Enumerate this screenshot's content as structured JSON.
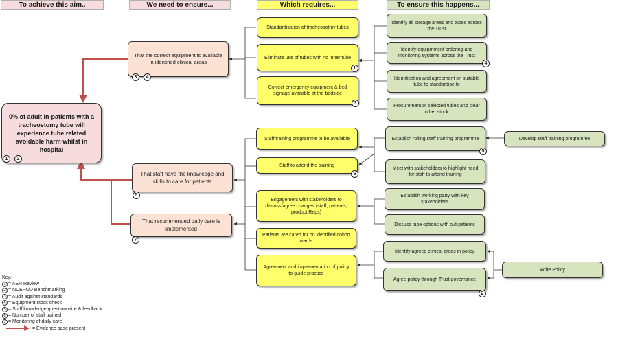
{
  "headers": {
    "aim": "To achieve this aim..",
    "ensure": "We need to ensure...",
    "requires": "Which requires...",
    "happens": "To ensure this happens..."
  },
  "aim": {
    "text": "0% of adult in-patients with a tracheostomy tube will experience tube related avoidable harm whilst in hospital",
    "nums": [
      "1",
      "2"
    ]
  },
  "ensure": [
    {
      "text": "That the correct equipment is available in identified clinical areas",
      "nums": [
        "3",
        "4"
      ]
    },
    {
      "text": "That staff have the knowledge and skills to care for patients",
      "nums": [
        "5"
      ]
    },
    {
      "text": "That recommended daily care is implemented",
      "nums": [
        "7"
      ]
    }
  ],
  "requires": [
    {
      "text": "Standardisation of tracheosotmy tubes",
      "num": ""
    },
    {
      "text": "Eliminate use of tubes with no inner tube",
      "num": "1"
    },
    {
      "text": "Correct emergency equipment & bed signage available at the bedside",
      "num": "3"
    },
    {
      "text": "Staff training programme to be available",
      "num": ""
    },
    {
      "text": "Staff to attend the training",
      "num": "6"
    },
    {
      "text": "Engagement with stakeholders to discuss/agree changes (staff, patients, product Reps)",
      "num": ""
    },
    {
      "text": "Patients are cared for on identified cohort wards",
      "num": ""
    },
    {
      "text": "Agreement and implementation of policy to guide practice",
      "num": ""
    }
  ],
  "happens": [
    {
      "text": "Identify all storage areas and tubes across the Trust",
      "num": ""
    },
    {
      "text": "Identify equipmment ordering and monitoring systems across the Trust",
      "num": "4"
    },
    {
      "text": "Identification and agreement on suitable tube to standardise to",
      "num": ""
    },
    {
      "text": "Procurement of selected tubes and clear other stock",
      "num": ""
    },
    {
      "text": "Establish rolling staff training programme",
      "num": "5"
    },
    {
      "text": "Meet with stakeholders to highlight need for staff to attend training",
      "num": ""
    },
    {
      "text": "Establish working party with key stakeholders",
      "num": ""
    },
    {
      "text": "Discuss tube options with out-patients",
      "num": ""
    },
    {
      "text": "Identify agreed clinical areas in policy",
      "num": ""
    },
    {
      "text": "Agree policy through Trust governance",
      "num": "2"
    }
  ],
  "extra": {
    "develop": "Develop staff training programme",
    "write": "Write Policy"
  },
  "key": {
    "title": "Key:",
    "items": [
      {
        "n": "1",
        "label": "= AER Review"
      },
      {
        "n": "2",
        "label": "= NCEPOD Benchmarking"
      },
      {
        "n": "3",
        "label": "= Audit against standards"
      },
      {
        "n": "4",
        "label": "= Equipment stock check"
      },
      {
        "n": "5",
        "label": "= Staff knowledge questionnaire & feedback"
      },
      {
        "n": "6",
        "label": "= Number of staff trained"
      },
      {
        "n": "7",
        "label": "= Monitoring of daily care"
      }
    ],
    "evidence": "= Evidence base present"
  },
  "colors": {
    "evidence_arrow": "#c0504d",
    "connector": "#333333"
  }
}
